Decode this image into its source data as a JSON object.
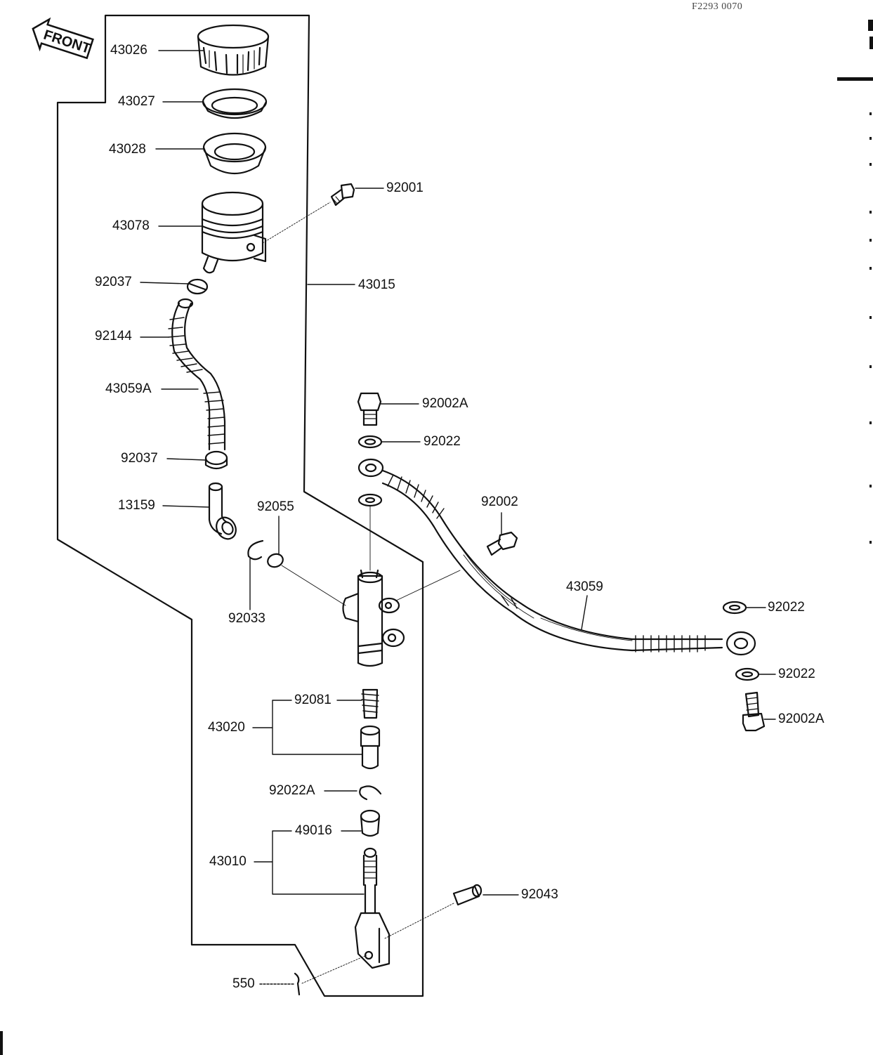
{
  "diagram_code": "F2293 0070",
  "front_label": "FRONT",
  "parts": {
    "p43026": "43026",
    "p43027": "43027",
    "p43028": "43028",
    "p92001": "92001",
    "p43078": "43078",
    "p43015": "43015",
    "p92037_upper": "92037",
    "p92144": "92144",
    "p43059A": "43059A",
    "p92037_lower": "92037",
    "p13159": "13159",
    "p92055": "92055",
    "p92033": "92033",
    "p92002A_top": "92002A",
    "p92022_top": "92022",
    "p92002": "92002",
    "p43059": "43059",
    "p92022_right1": "92022",
    "p92022_right2": "92022",
    "p92002A_bottom": "92002A",
    "p92081": "92081",
    "p43020": "43020",
    "p92022A": "92022A",
    "p49016": "49016",
    "p43010": "43010",
    "p92043": "92043",
    "p550": "550"
  }
}
